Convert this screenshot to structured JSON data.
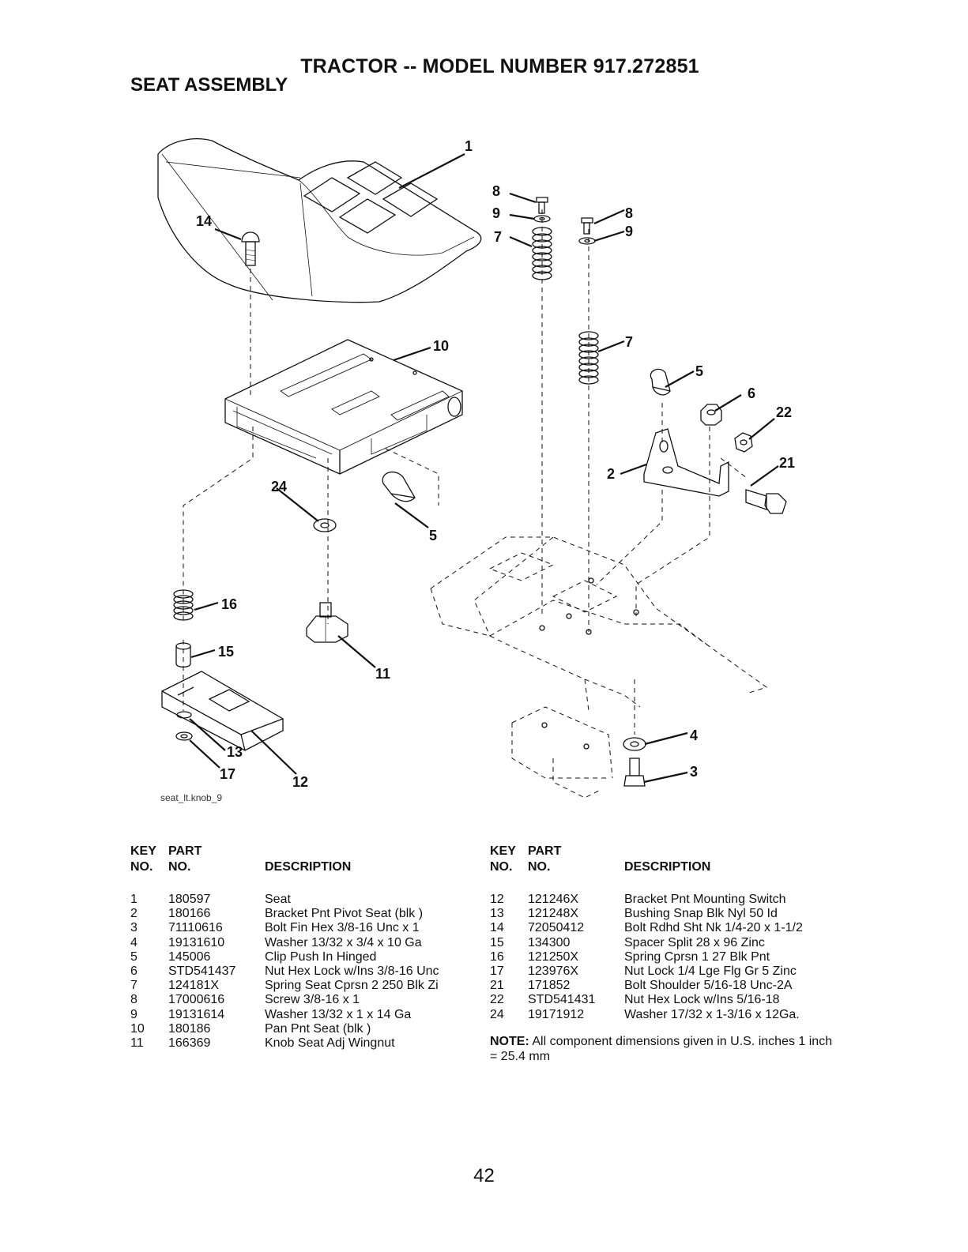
{
  "header": {
    "title": "TRACTOR -- MODEL NUMBER 917.272851",
    "section": "SEAT ASSEMBLY"
  },
  "diagram": {
    "figure_label": "seat_lt.knob_9",
    "callouts": [
      "1",
      "8",
      "9",
      "8",
      "9",
      "7",
      "7",
      "5",
      "6",
      "22",
      "21",
      "2",
      "14",
      "10",
      "24",
      "5",
      "16",
      "15",
      "11",
      "13",
      "17",
      "12",
      "4",
      "3"
    ]
  },
  "tables": {
    "left": {
      "header_key": [
        "KEY",
        "NO."
      ],
      "header_part": [
        "PART",
        "NO."
      ],
      "header_desc": "DESCRIPTION",
      "rows": [
        {
          "key": "1",
          "part": "180597",
          "desc": "Seat"
        },
        {
          "key": "2",
          "part": "180166",
          "desc": "Bracket Pnt Pivot Seat (blk )"
        },
        {
          "key": "3",
          "part": "71110616",
          "desc": "Bolt Fin Hex 3/8-16 Unc x 1"
        },
        {
          "key": "4",
          "part": "19131610",
          "desc": "Washer 13/32 x 3/4 x 10 Ga"
        },
        {
          "key": "5",
          "part": "145006",
          "desc": "Clip Push In Hinged"
        },
        {
          "key": "6",
          "part": "STD541437",
          "desc": "Nut Hex Lock w/Ins 3/8-16 Unc"
        },
        {
          "key": "7",
          "part": "124181X",
          "desc": "Spring Seat Cprsn 2 250 Blk Zi"
        },
        {
          "key": "8",
          "part": "17000616",
          "desc": "Screw 3/8-16 x 1"
        },
        {
          "key": "9",
          "part": "19131614",
          "desc": "Washer 13/32 x 1 x 14 Ga"
        },
        {
          "key": "10",
          "part": "180186",
          "desc": "Pan Pnt Seat (blk )"
        },
        {
          "key": "11",
          "part": "166369",
          "desc": "Knob Seat Adj Wingnut"
        }
      ]
    },
    "right": {
      "header_key": [
        "KEY",
        "NO."
      ],
      "header_part": [
        "PART",
        "NO."
      ],
      "header_desc": "DESCRIPTION",
      "rows": [
        {
          "key": "12",
          "part": "121246X",
          "desc": "Bracket Pnt Mounting Switch"
        },
        {
          "key": "13",
          "part": "121248X",
          "desc": "Bushing Snap Blk Nyl 50 Id"
        },
        {
          "key": "14",
          "part": "72050412",
          "desc": "Bolt Rdhd Sht Nk 1/4-20 x 1-1/2"
        },
        {
          "key": "15",
          "part": "134300",
          "desc": "Spacer Split 28 x 96 Zinc"
        },
        {
          "key": "16",
          "part": "121250X",
          "desc": "Spring Cprsn 1 27 Blk Pnt"
        },
        {
          "key": "17",
          "part": "123976X",
          "desc": "Nut Lock 1/4 Lge Flg Gr 5 Zinc"
        },
        {
          "key": "21",
          "part": "171852",
          "desc": "Bolt Shoulder 5/16-18 Unc-2A"
        },
        {
          "key": "22",
          "part": "STD541431",
          "desc": "Nut Hex Lock w/Ins 5/16-18"
        },
        {
          "key": "24",
          "part": "19171912",
          "desc": "Washer 17/32 x 1-3/16 x 12Ga."
        }
      ]
    }
  },
  "note": {
    "label": "NOTE:",
    "text": " All component dimensions given in U.S. inches 1 inch = 25.4 mm"
  },
  "page_number": "42"
}
